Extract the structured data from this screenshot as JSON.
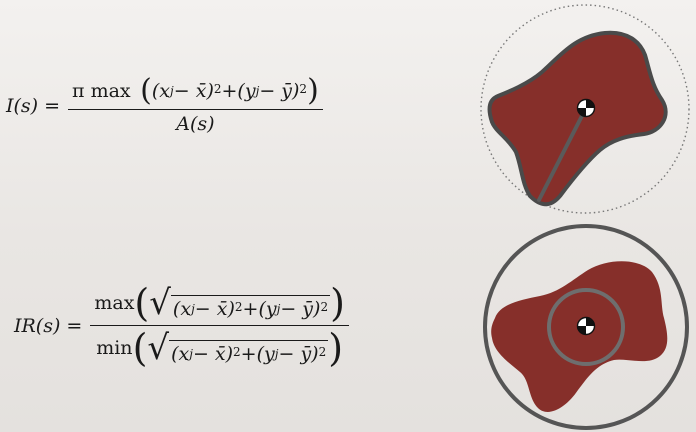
{
  "formula1": {
    "lhs": "I(s) =",
    "numerator_lead": "π max",
    "term": "(x",
    "sub_j": "j",
    "minus_xbar": " − x̄)",
    "sq": "2",
    "plus": " + ",
    "term_y": "(y",
    "minus_ybar": " − ȳ)",
    "denominator": "A(s)"
  },
  "formula2": {
    "lhs": "IR(s) =",
    "num_op": "max",
    "den_op": "min",
    "term": "(x",
    "sub_j": "j",
    "minus_xbar": " − x̄)",
    "sq": "2",
    "plus": " + ",
    "term_y": "(y",
    "minus_ybar": " − ȳ)"
  },
  "colors": {
    "shape_fill": "#862f2a",
    "shape_outline": "#4a4a4a",
    "circle": "#555555"
  },
  "icons": [
    "centroid-marker-icon",
    "centroid-marker-icon"
  ]
}
